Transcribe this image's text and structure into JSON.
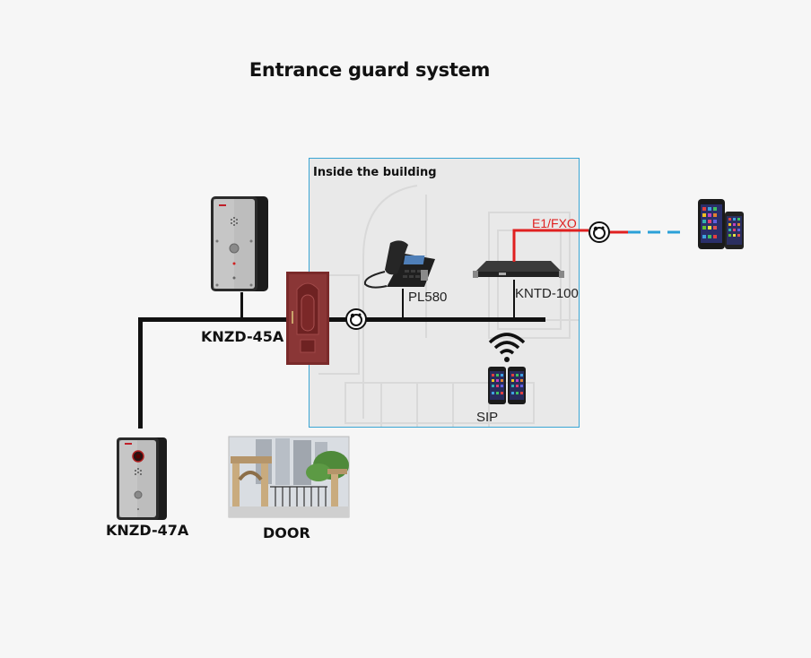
{
  "title": "Entrance guard system",
  "zone": {
    "label": "Inside the building",
    "border_color": "#3aa5d4",
    "fill_color": "#e9e9e9"
  },
  "devices": {
    "door_panel_main": {
      "label": "KNZD-45A",
      "icon": "intercom-panel-icon"
    },
    "door_panel_secondary": {
      "label": "KNZD-47A",
      "icon": "video-intercom-panel-icon"
    },
    "door": {
      "icon": "door-icon"
    },
    "gate_photo": {
      "label": "DOOR",
      "icon": "gate-photo"
    },
    "ip_phone": {
      "label": "PL580",
      "icon": "desk-phone-icon"
    },
    "gateway": {
      "label": "KNTD-100",
      "icon": "rack-gateway-icon"
    },
    "sip_clients": {
      "label": "SIP",
      "icon": "smartphones-icon"
    },
    "remote_phones": {
      "icon": "mobile-phones-icon"
    }
  },
  "links": {
    "trunk": {
      "label": "E1/FXO",
      "color": "#e02020"
    },
    "remote": {
      "style": "dashed",
      "color": "#2aa0d8"
    },
    "lan": {
      "color": "#111111"
    },
    "wireless": {
      "icon": "wifi-icon"
    }
  }
}
